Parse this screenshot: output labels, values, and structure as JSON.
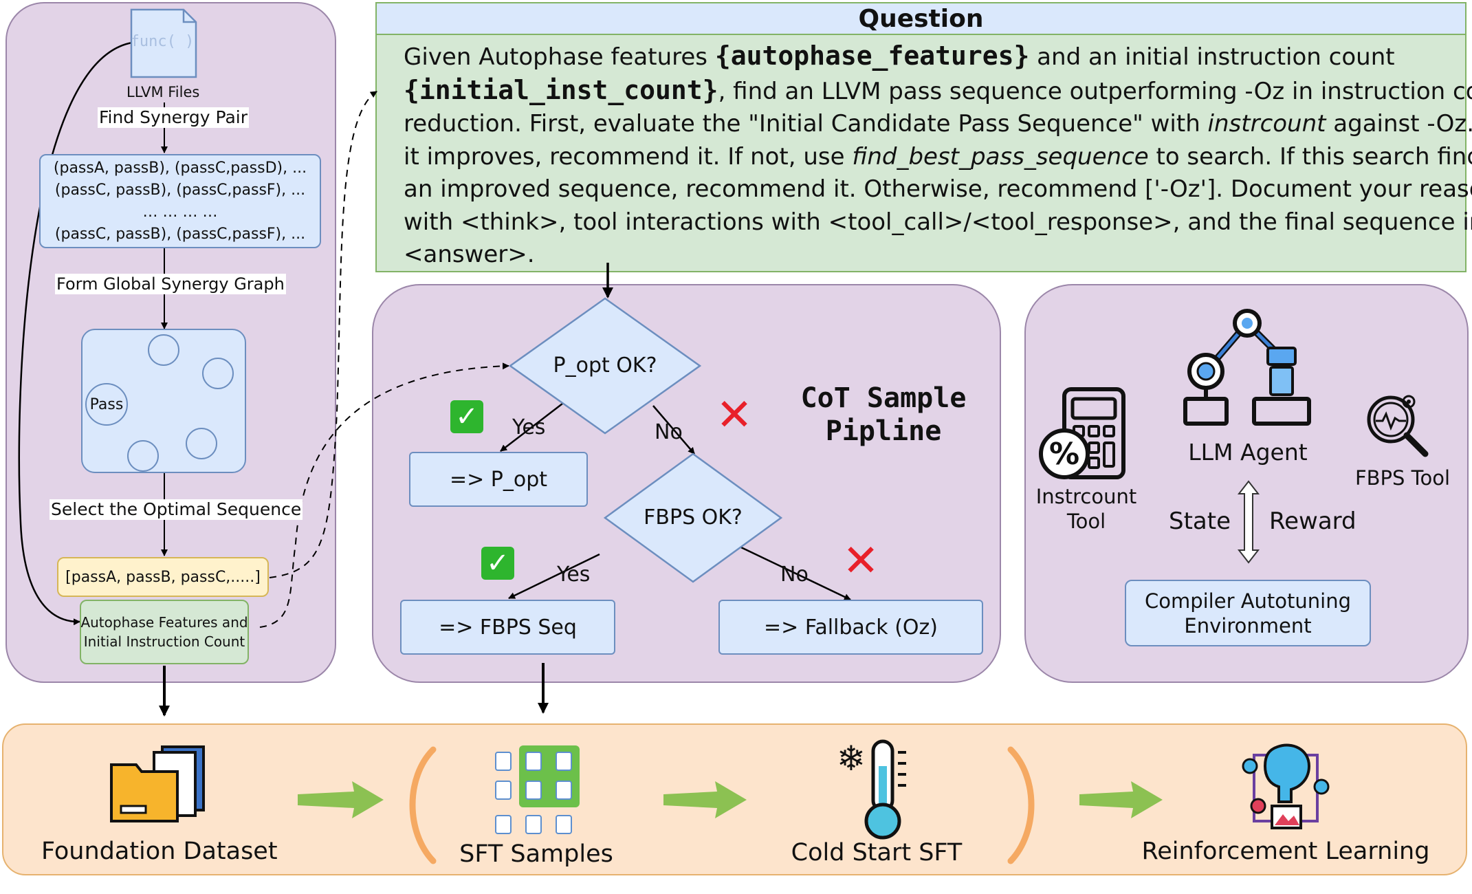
{
  "left_panel": {
    "file_icon_text": "func( )",
    "files_label": "LLVM Files",
    "step1": "Find Synergy Pair",
    "pairs": [
      "(passA, passB), (passC,passD), ...",
      "(passC, passB), (passC,passF), ...",
      "… … … …",
      "(passC, passB), (passC,passF), ..."
    ],
    "step2": "Form Global Synergy Graph",
    "graph_node": "Pass",
    "step3": "Select the Optimal Sequence",
    "sequence": "[passA,  passB, passC,.....]",
    "features_line1": "Autophase Features and",
    "features_line2": "Initial Instruction Count"
  },
  "question": {
    "title": "Question",
    "line1_pre": "Given Autophase features ",
    "line1_var": "{autophase_features}",
    "line1_post": " and an initial instruction count",
    "line2_var": "{initial_inst_count}",
    "line2_post": ", find an LLVM pass sequence outperforming -Oz in instruction count",
    "line3_pre": "reduction. First, evaluate the \"Initial Candidate Pass Sequence\" with ",
    "line3_tool": "instrcount",
    "line3_post": " against -Oz. If",
    "line4_pre": "it improves, recommend it. If not, use ",
    "line4_tool": "find_best_pass_sequence",
    "line4_post": " to search. If this search finds",
    "line5": "an improved sequence, recommend it. Otherwise, recommend ['-Oz']. Document your reasoning",
    "line6": "with <think>, tool interactions with <tool_call>/<tool_response>, and the final sequence in",
    "line7": "<answer>."
  },
  "cot_panel": {
    "title_line1": "CoT Sample",
    "title_line2": "Pipline",
    "decision1": "P_opt OK?",
    "decision2": "FBPS OK?",
    "yes": "Yes",
    "no": "No",
    "out_popt": "=> P_opt",
    "out_fbps": "=> FBPS Seq",
    "out_fallback": "=> Fallback (Oz)"
  },
  "agent_panel": {
    "tool1_line1": "Instrcount",
    "tool1_line2": "Tool",
    "agent": "LLM Agent",
    "tool2": "FBPS Tool",
    "state": "State",
    "reward": "Reward",
    "env_line1": "Compiler Autotuning",
    "env_line2": "Environment"
  },
  "stages": {
    "s1": "Foundation Dataset",
    "s2": "SFT Samples",
    "s3": "Cold Start SFT",
    "s4": "Reinforcement Learning"
  },
  "colors": {
    "purple_panel": "#e2d3e7",
    "blue_box": "#dae8fc",
    "green_box": "#d5e8d4",
    "yellow_box": "#fff2cc",
    "orange_panel": "#fde4cc",
    "arrow_green": "#8cc152",
    "cross_red": "#e8202a"
  }
}
